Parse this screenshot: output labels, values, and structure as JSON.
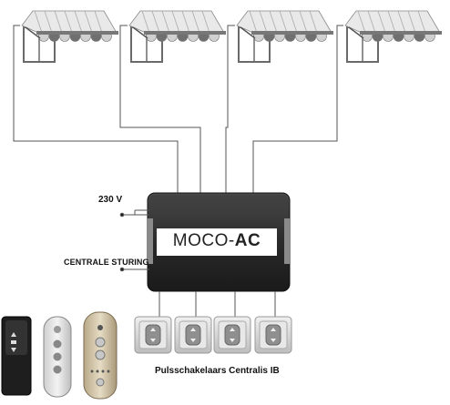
{
  "labels": {
    "power": "230 V",
    "central_control": "CENTRALE STURING",
    "switches": "Pulsschakelaars Centralis IB",
    "controller_prefix": "MOCO-",
    "controller_suffix": "AC"
  },
  "awnings": [
    {
      "name": "awning-1"
    },
    {
      "name": "awning-2"
    },
    {
      "name": "awning-3"
    },
    {
      "name": "awning-4"
    }
  ],
  "switches": [
    {
      "name": "switch-1"
    },
    {
      "name": "switch-2"
    },
    {
      "name": "switch-3"
    },
    {
      "name": "switch-4"
    }
  ],
  "remotes": [
    {
      "name": "remote-black"
    },
    {
      "name": "remote-silver"
    },
    {
      "name": "remote-gold"
    }
  ],
  "colors": {
    "wire": "#555555",
    "controller_body": "#2b2b2b",
    "controller_label_bg": "#ffffff",
    "awning_fabric": "#e6e6e6",
    "awning_frame": "#6a6a6a"
  }
}
